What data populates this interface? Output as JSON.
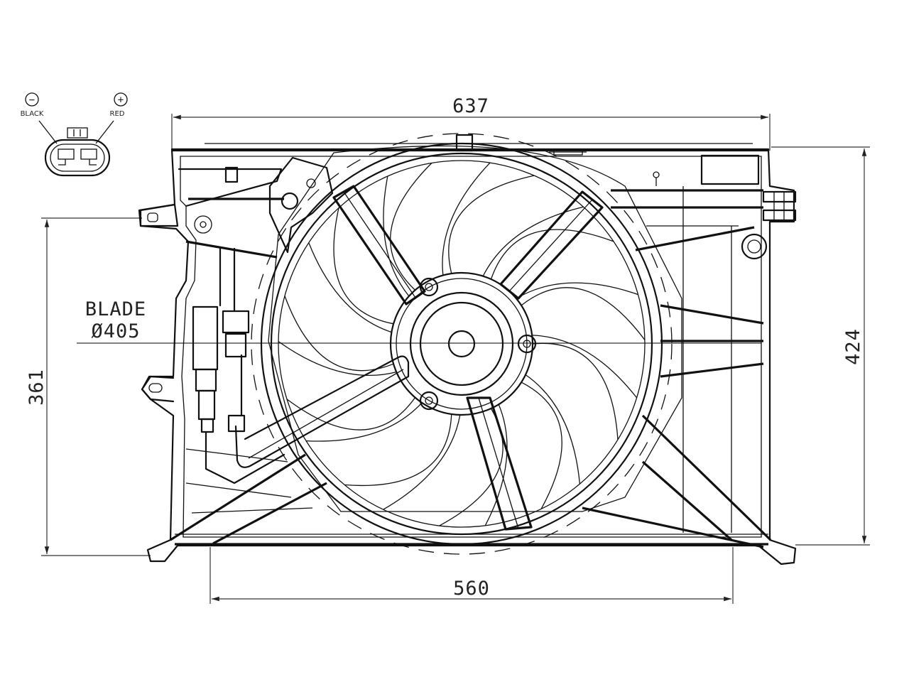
{
  "dimensions": {
    "overall_width": "637",
    "overall_height": "424",
    "mount_height": "361",
    "mount_width": "560"
  },
  "blade": {
    "label": "BLADE",
    "diameter": "Ø405"
  },
  "connector": {
    "negative_wire": "BLACK",
    "positive_wire": "RED",
    "negative_symbol": "−",
    "positive_symbol": "+"
  }
}
